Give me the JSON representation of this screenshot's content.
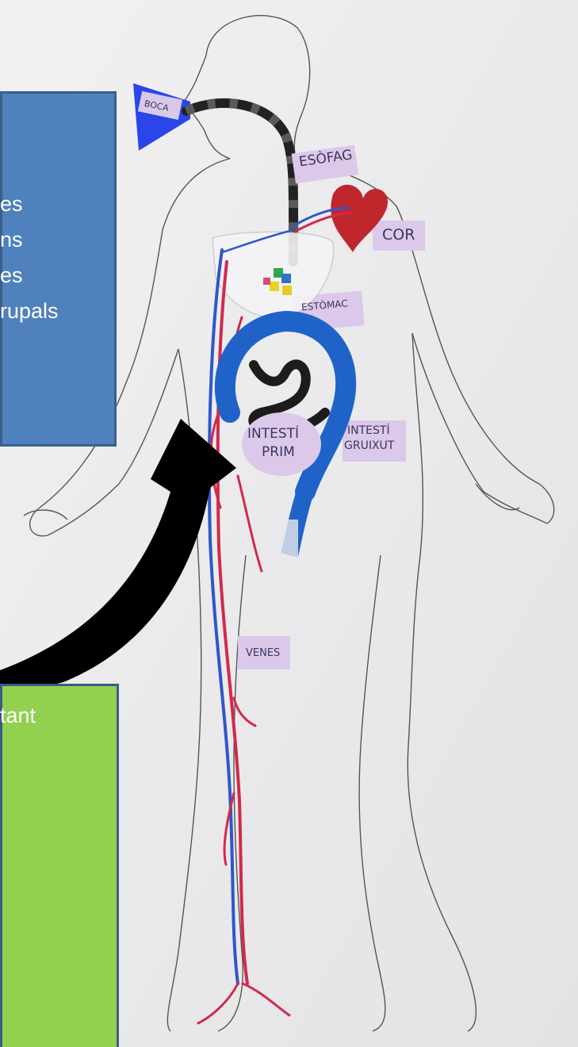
{
  "photo": {
    "labels": {
      "boca": "BOCA",
      "esofag": "ESÒFAG",
      "cor": "COR",
      "estomac": "ESTÒMAC",
      "intesti_prim_1": "INTESTÍ",
      "intesti_prim_2": "PRIM",
      "intesti_gruixut_1": "INTESTÍ",
      "intesti_gruixut_2": "GRUIXUT",
      "venes": "VENES"
    }
  },
  "blue_box": {
    "lines": [
      "es",
      "ns",
      "es",
      "rupals"
    ]
  },
  "green_box": {
    "lines": [
      "tant"
    ]
  },
  "colors": {
    "blue_box": "#4f81bd",
    "green_box": "#92d050",
    "arrow": "#000000"
  }
}
